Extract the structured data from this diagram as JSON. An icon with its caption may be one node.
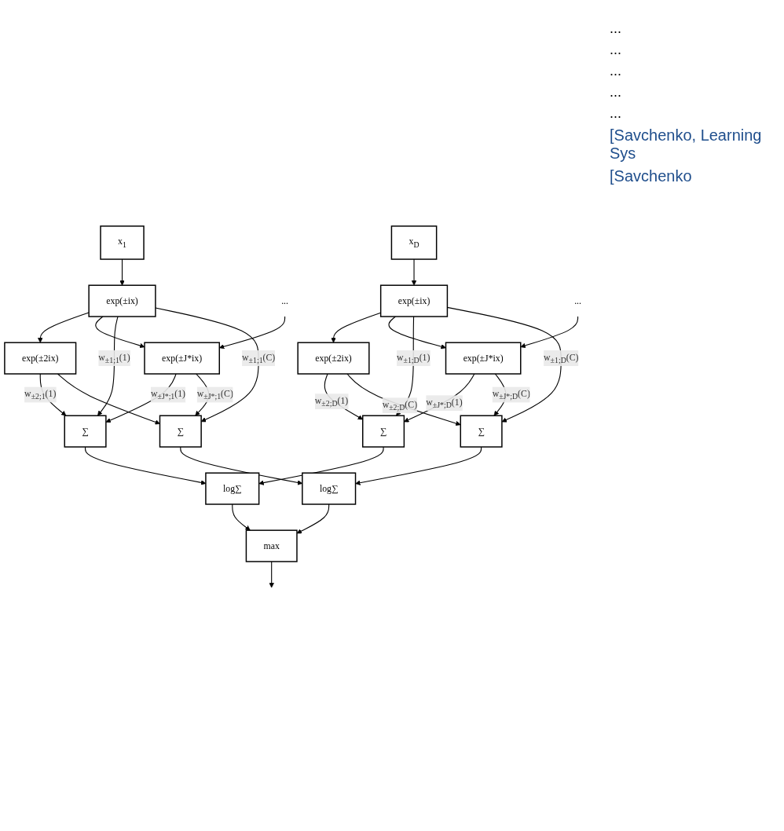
{
  "diagram": {
    "nodes": [
      {
        "text": [
          "x$_{1}$"
        ]
      },
      {
        "text": [
          "x$_{D}$"
        ]
      },
      {
        "text": [
          "exp(±ix)"
        ]
      },
      {
        "text": [
          "exp(±2ix)"
        ]
      },
      {
        "text": [
          "..."
        ]
      },
      {
        "text": [
          "exp(±J*ix)"
        ]
      },
      {
        "text": [
          "exp(±ix)"
        ]
      },
      {
        "text": [
          "exp(±2ix)"
        ]
      },
      {
        "text": [
          "..."
        ]
      },
      {
        "text": [
          "exp(±J*ix)"
        ]
      },
      {
        "text": [
          "∑"
        ]
      },
      {
        "text": [
          "∑"
        ]
      },
      {
        "text": [
          "∑"
        ]
      },
      {
        "text": [
          "∑"
        ]
      },
      {
        "text": [
          "log∑"
        ]
      },
      {
        "text": [
          "log∑"
        ]
      },
      {
        "text": [
          "max"
        ]
      }
    ],
    "edges": [
      {
        "from": 0,
        "to": 2,
        "arrow": "to"
      },
      {
        "from": 1,
        "to": 6,
        "arrow": "to"
      },
      {
        "from": 2,
        "to": 3,
        "arrow": "to"
      },
      {
        "from": 2,
        "to": 5,
        "arrow": "to"
      },
      {
        "from": 4,
        "to": 5,
        "arrow": "to"
      },
      {
        "from": 6,
        "to": 7,
        "arrow": "to"
      },
      {
        "from": 6,
        "to": 9,
        "arrow": "to"
      },
      {
        "from": 8,
        "to": 9,
        "arrow": "to"
      },
      {
        "from": 2,
        "to": 10,
        "arrow": "to",
        "label": "w$_{±1;1}$(1)"
      },
      {
        "from": 3,
        "to": 10,
        "arrow": "to",
        "label": "w$_{±2;1}$(1)"
      },
      {
        "from": 5,
        "to": 10,
        "arrow": "to",
        "label": "w$_{±J*;1}$(1)"
      },
      {
        "from": 2,
        "to": 12,
        "arrow": "to",
        "label": "w$_{±1;1}$(C)"
      },
      {
        "from": 3,
        "to": 12,
        "arrow": "to"
      },
      {
        "from": 5,
        "to": 12,
        "arrow": "to",
        "label": "w$_{±J*;1}$(C)"
      },
      {
        "from": 6,
        "to": 11,
        "arrow": "to",
        "label": "w$_{±1;D}$(1)"
      },
      {
        "from": 7,
        "to": 11,
        "arrow": "to",
        "label": "w$_{±2;D}$(1)"
      },
      {
        "from": 9,
        "to": 11,
        "arrow": "to",
        "label": "w$_{±J*;D}$(1)"
      },
      {
        "from": 6,
        "to": 13,
        "arrow": "to",
        "label": "w$_{±1;D}$(C)"
      },
      {
        "from": 7,
        "to": 13,
        "arrow": "to",
        "label": "w$_{±2;D}$(C)"
      },
      {
        "from": 9,
        "to": 13,
        "arrow": "to",
        "label": "w$_{±J*;D}$(C)"
      },
      {
        "from": 10,
        "to": 14,
        "arrow": "to"
      },
      {
        "from": 11,
        "to": 14,
        "arrow": "to"
      },
      {
        "from": 12,
        "to": 15,
        "arrow": "to"
      },
      {
        "from": 13,
        "to": 15,
        "arrow": "to"
      },
      {
        "from": 14,
        "to": 16,
        "arrow": "to"
      },
      {
        "from": 15,
        "to": 16,
        "arrow": "to"
      },
      {
        "from": 16,
        "to": null,
        "arrow": "to"
      }
    ],
    "labels": [
      "...",
      "...",
      "...",
      "...",
      "...",
      "[Savchenko, Learning Sys",
      "[Savchenko"
    ]
  }
}
